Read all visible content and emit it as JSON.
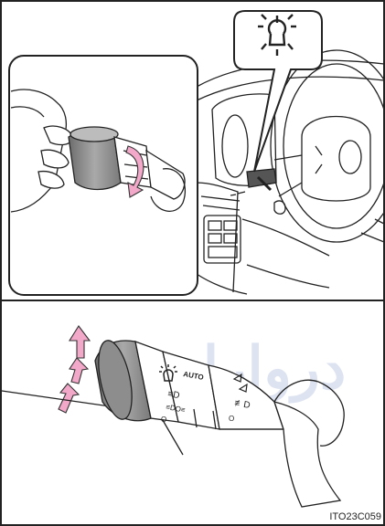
{
  "figure": {
    "code": "ITO23C059",
    "switch_text": {
      "auto": "AUTO",
      "tail": "≡D",
      "side": "≡DO≡",
      "fog": "≢D",
      "dim": "O"
    },
    "watermark": {
      "text": "دروارا",
      "color": "#9fb0d6"
    },
    "colors": {
      "arrow_pink": "#f2a8c8",
      "arrow_outline": "#333333",
      "line": "#222222",
      "stalk_grey": "#8a8a8a"
    },
    "icons": {
      "headlight_symbol": "headlight-sun-icon",
      "arrows": "arrow-up-icon"
    }
  }
}
